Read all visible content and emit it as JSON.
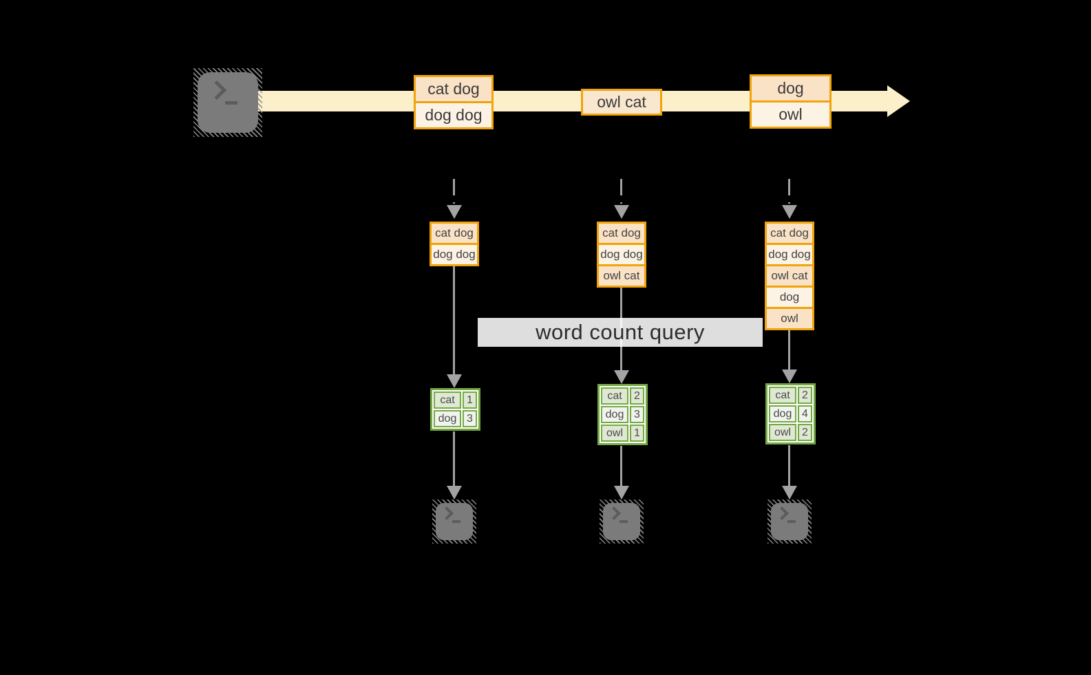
{
  "query_label": "word count query",
  "colors": {
    "orange": "#F0A30A",
    "peach": "#FAE2C7",
    "cream": "#FDF3E5",
    "peach_light": "#FAE7CF",
    "band": "#FBF0CA",
    "green": "#74A943",
    "sage": "#DFE8D3",
    "sage_light": "#F0F4EC",
    "arrow_gray": "#A3A3A3",
    "terminal_gray": "#7B7B7B",
    "text_dark": "#3F3F3F"
  },
  "icons": {
    "source": "terminal-icon",
    "sinks": [
      "terminal-icon",
      "terminal-icon",
      "terminal-icon"
    ]
  },
  "stream": {
    "events": [
      {
        "lines": [
          "cat dog",
          "dog dog"
        ]
      },
      {
        "lines": [
          "owl cat"
        ]
      },
      {
        "lines": [
          "dog",
          "owl"
        ]
      }
    ]
  },
  "columns": [
    {
      "buffer": [
        "cat dog",
        "dog dog"
      ],
      "counts": [
        {
          "word": "cat",
          "count": "1"
        },
        {
          "word": "dog",
          "count": "3"
        }
      ]
    },
    {
      "buffer": [
        "cat dog",
        "dog dog",
        "owl cat"
      ],
      "counts": [
        {
          "word": "cat",
          "count": "2"
        },
        {
          "word": "dog",
          "count": "3"
        },
        {
          "word": "owl",
          "count": "1"
        }
      ]
    },
    {
      "buffer": [
        "cat dog",
        "dog dog",
        "owl cat",
        "dog",
        "owl"
      ],
      "counts": [
        {
          "word": "cat",
          "count": "2"
        },
        {
          "word": "dog",
          "count": "4"
        },
        {
          "word": "owl",
          "count": "2"
        }
      ]
    }
  ]
}
